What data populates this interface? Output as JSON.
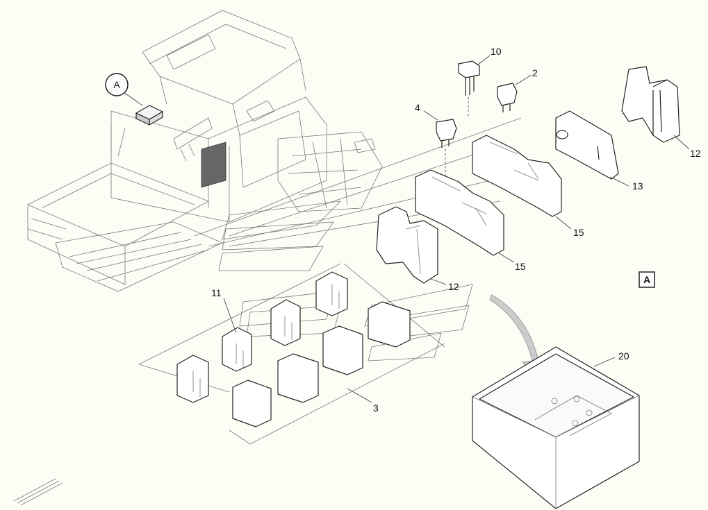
{
  "callouts": {
    "detail_marker": "A",
    "view_box_label": "A",
    "n10": "10",
    "n2": "2",
    "n4": "4",
    "n12a": "12",
    "n13": "13",
    "n15a": "15",
    "n15b": "15",
    "n12b": "12",
    "n11": "11",
    "n3": "3",
    "n20": "20"
  }
}
